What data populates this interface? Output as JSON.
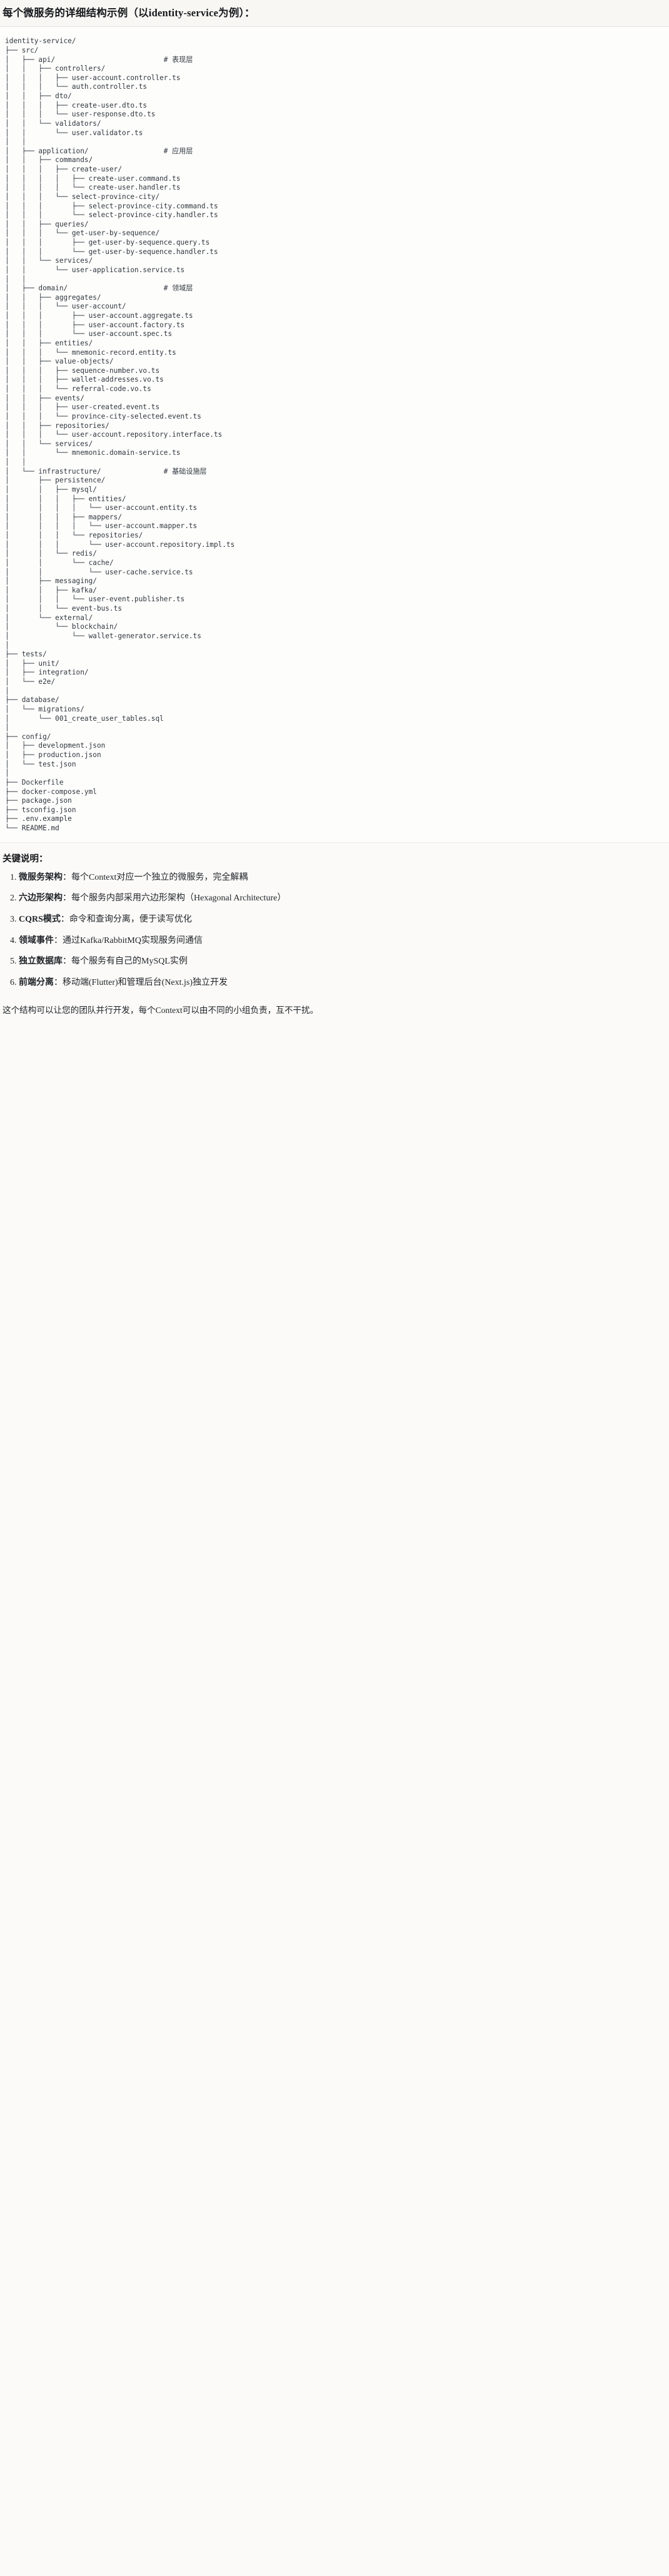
{
  "heading": "每个微服务的详细结构示例（以identity-service为例）：",
  "tree": {
    "root": "identity-service/",
    "lines": [
      "identity-service/",
      "├── src/",
      "│   ├── api/                          # 表现层",
      "│   │   ├── controllers/",
      "│   │   │   ├── user-account.controller.ts",
      "│   │   │   └── auth.controller.ts",
      "│   │   ├── dto/",
      "│   │   │   ├── create-user.dto.ts",
      "│   │   │   └── user-response.dto.ts",
      "│   │   └── validators/",
      "│   │       └── user.validator.ts",
      "│   │",
      "│   ├── application/                  # 应用层",
      "│   │   ├── commands/",
      "│   │   │   ├── create-user/",
      "│   │   │   │   ├── create-user.command.ts",
      "│   │   │   │   └── create-user.handler.ts",
      "│   │   │   └── select-province-city/",
      "│   │   │       ├── select-province-city.command.ts",
      "│   │   │       └── select-province-city.handler.ts",
      "│   │   ├── queries/",
      "│   │   │   └── get-user-by-sequence/",
      "│   │   │       ├── get-user-by-sequence.query.ts",
      "│   │   │       └── get-user-by-sequence.handler.ts",
      "│   │   └── services/",
      "│   │       └── user-application.service.ts",
      "│   │",
      "│   ├── domain/                       # 领域层",
      "│   │   ├── aggregates/",
      "│   │   │   └── user-account/",
      "│   │   │       ├── user-account.aggregate.ts",
      "│   │   │       ├── user-account.factory.ts",
      "│   │   │       └── user-account.spec.ts",
      "│   │   ├── entities/",
      "│   │   │   └── mnemonic-record.entity.ts",
      "│   │   ├── value-objects/",
      "│   │   │   ├── sequence-number.vo.ts",
      "│   │   │   ├── wallet-addresses.vo.ts",
      "│   │   │   └── referral-code.vo.ts",
      "│   │   ├── events/",
      "│   │   │   ├── user-created.event.ts",
      "│   │   │   └── province-city-selected.event.ts",
      "│   │   ├── repositories/",
      "│   │   │   └── user-account.repository.interface.ts",
      "│   │   └── services/",
      "│   │       └── mnemonic.domain-service.ts",
      "│   │",
      "│   └── infrastructure/               # 基础设施层",
      "│       ├── persistence/",
      "│       │   ├── mysql/",
      "│       │   │   ├── entities/",
      "│       │   │   │   └── user-account.entity.ts",
      "│       │   │   ├── mappers/",
      "│       │   │   │   └── user-account.mapper.ts",
      "│       │   │   └── repositories/",
      "│       │   │       └── user-account.repository.impl.ts",
      "│       │   └── redis/",
      "│       │       └── cache/",
      "│       │           └── user-cache.service.ts",
      "│       ├── messaging/",
      "│       │   ├── kafka/",
      "│       │   │   └── user-event.publisher.ts",
      "│       │   └── event-bus.ts",
      "│       └── external/",
      "│           └── blockchain/",
      "│               └── wallet-generator.service.ts",
      "│",
      "├── tests/",
      "│   ├── unit/",
      "│   ├── integration/",
      "│   └── e2e/",
      "│",
      "├── database/",
      "│   └── migrations/",
      "│       └── 001_create_user_tables.sql",
      "│",
      "├── config/",
      "│   ├── development.json",
      "│   ├── production.json",
      "│   └── test.json",
      "│",
      "├── Dockerfile",
      "├── docker-compose.yml",
      "├── package.json",
      "├── tsconfig.json",
      "├── .env.example",
      "└── README.md"
    ],
    "comments": [
      {
        "label": "# 表现层",
        "on": "api/"
      },
      {
        "label": "# 应用层",
        "on": "application/"
      },
      {
        "label": "# 领域层",
        "on": "domain/"
      },
      {
        "label": "# 基础设施层",
        "on": "infrastructure/"
      }
    ]
  },
  "keys": {
    "title": "关键说明：",
    "items": [
      {
        "term": "微服务架构",
        "sep": "：",
        "desc": "每个Context对应一个独立的微服务，完全解耦"
      },
      {
        "term": "六边形架构",
        "sep": "：",
        "desc": "每个服务内部采用六边形架构（Hexagonal Architecture）"
      },
      {
        "term": "CQRS模式",
        "sep": "：",
        "desc": "命令和查询分离，便于读写优化"
      },
      {
        "term": "领域事件",
        "sep": "：",
        "desc": "通过Kafka/RabbitMQ实现服务间通信"
      },
      {
        "term": "独立数据库",
        "sep": "：",
        "desc": "每个服务有自己的MySQL实例"
      },
      {
        "term": "前端分离",
        "sep": "：",
        "desc": "移动端(Flutter)和管理后台(Next.js)独立开发"
      }
    ]
  },
  "closing": "这个结构可以让您的团队并行开发，每个Context可以由不同的小组负责，互不干扰。"
}
